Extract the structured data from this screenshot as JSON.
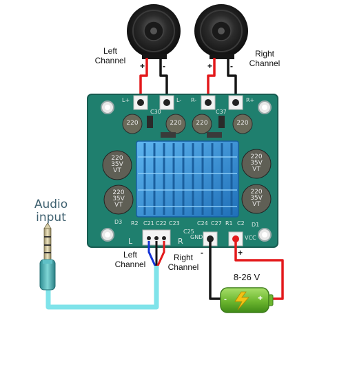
{
  "speakers": {
    "left_label": "Left\nChannel",
    "right_label": "Right\nChannel"
  },
  "input": {
    "audio_label": "Audio\ninput",
    "left_label": "Left\nChannel",
    "right_label": "Right\nChannel"
  },
  "power": {
    "voltage_label": "8-26 V",
    "minus_sign": "-",
    "plus_sign": "+"
  },
  "board": {
    "silk_top": [
      "L+",
      "L-",
      "R-",
      "R+"
    ],
    "silk_bottom_left": "L",
    "silk_bottom_right": "R",
    "gnd": "GND",
    "vcc": "VCC",
    "cap_small_label": "220",
    "cap_large_label": "220\n35V\nVT",
    "parts": [
      "C30",
      "C37",
      "C21",
      "C22",
      "C23",
      "C24",
      "C25",
      "C27",
      "R1",
      "C2",
      "D1",
      "D3",
      "R2"
    ]
  },
  "colors": {
    "pcb": "#1f7f6e",
    "heatsink": "#2f8fd8",
    "wire_red": "#e3191b",
    "wire_black": "#151515",
    "wire_blue": "#1433d6",
    "cable": "#7fe3ea",
    "battery": "#7cc23b"
  },
  "signs": {
    "plus": "+",
    "minus": "-"
  }
}
